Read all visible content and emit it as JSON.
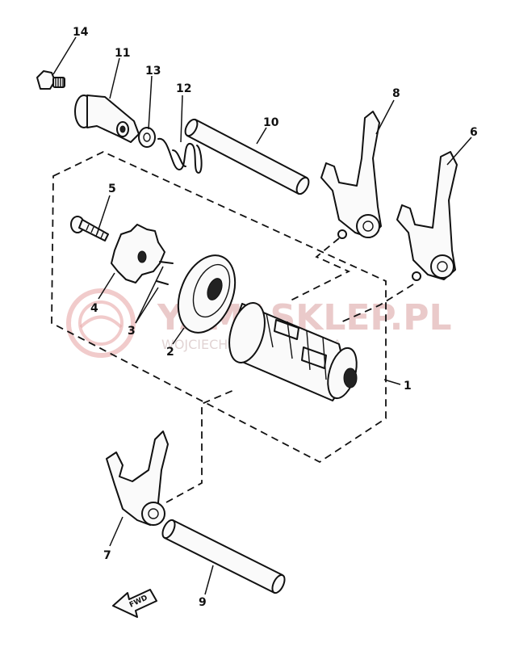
{
  "callouts": {
    "c1": "1",
    "c2": "2",
    "c3": "3",
    "c4": "4",
    "c5": "5",
    "c6": "6",
    "c7": "7",
    "c8": "8",
    "c9": "9",
    "c10": "10",
    "c11": "11",
    "c12": "12",
    "c13": "13",
    "c14": "14"
  },
  "direction_label": "FWD",
  "watermark": {
    "main": "YAMASKLEP.PL",
    "sub": "WOJCIECH DEALER YAMAHA"
  },
  "colors": {
    "line": "#111111",
    "watermark": "#d9a0a0"
  }
}
